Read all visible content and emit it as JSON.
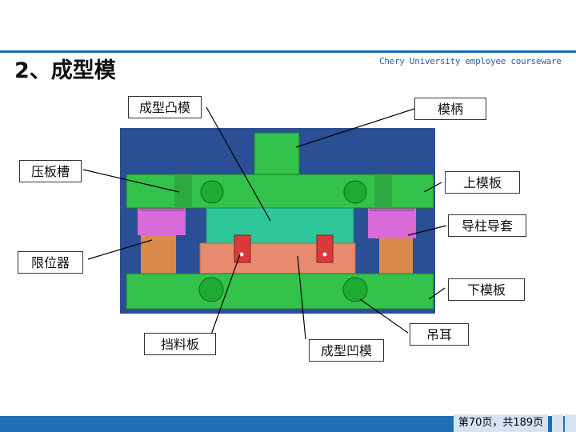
{
  "slide": {
    "title": "2、成型模",
    "watermark": "Chery University employee courseware",
    "page_indicator": "第70页，共189页"
  },
  "labels": {
    "punch": "成型凸模",
    "shank": "模柄",
    "clamp_slot": "压板槽",
    "upper_plate": "上模板",
    "guide": "导柱导套",
    "limiter": "限位器",
    "lower_plate": "下模板",
    "stopper": "挡料板",
    "lifting_ear": "吊耳",
    "die": "成型凹模"
  },
  "colors": {
    "background": "#2a4f95",
    "plate": "#33c24a",
    "punch": "#2ec79a",
    "die": "#e88a6e",
    "guide_sleeve": "#d86bd8",
    "guide_post": "#d98a4a",
    "stopper": "#d83a3a",
    "accent": "#1f6fb5"
  }
}
